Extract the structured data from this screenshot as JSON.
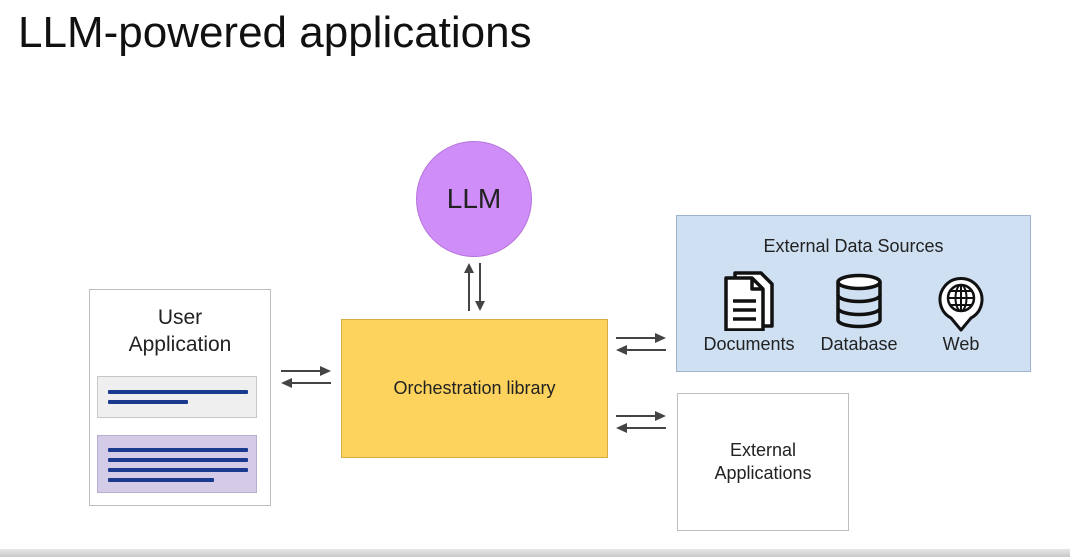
{
  "title": "LLM-powered applications",
  "llm": {
    "label": "LLM",
    "color": "#cf8df7"
  },
  "user_application": {
    "label": "User\nApplication"
  },
  "orchestration": {
    "label": "Orchestration library",
    "color": "#fdd35e"
  },
  "external_data_sources": {
    "title": "External Data Sources",
    "color": "#cfe0f3",
    "sources": [
      {
        "label": "Documents",
        "icon": "documents-icon"
      },
      {
        "label": "Database",
        "icon": "database-icon"
      },
      {
        "label": "Web",
        "icon": "web-globe-icon"
      }
    ]
  },
  "external_applications": {
    "label": "External\nApplications"
  }
}
